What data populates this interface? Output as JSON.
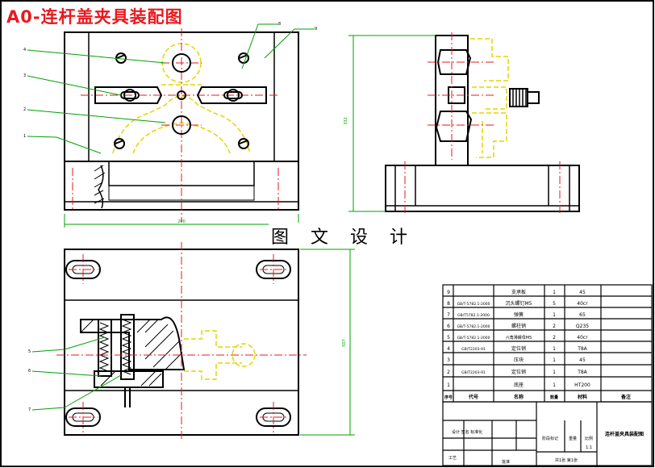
{
  "title": "A0-连杆盖夹具装配图",
  "watermark": "图 文 设 计",
  "dims": {
    "width_bottom": "200",
    "height_side": "332",
    "height_plan": "507"
  },
  "leaders": {
    "top_right_1": "8",
    "top_right_2": "9",
    "left_1": "4",
    "left_2": "3",
    "left_3": "2",
    "left_4": "1",
    "plan_1": "5",
    "plan_2": "6",
    "plan_3": "7"
  },
  "bom_rows": [
    {
      "seq": "9",
      "code": "",
      "name": "支承板",
      "qty": "1",
      "mat": "45",
      "note": ""
    },
    {
      "seq": "8",
      "code": "GB/T-5782.1-2000",
      "name": "沉头螺钉M5",
      "qty": "5",
      "mat": "40cr",
      "note": ""
    },
    {
      "seq": "7",
      "code": "GB/T5782.1-2000",
      "name": "弹簧",
      "qty": "1",
      "mat": "65",
      "note": ""
    },
    {
      "seq": "6",
      "code": "GB/T-5782.1-2000",
      "name": "螺柱销",
      "qty": "2",
      "mat": "Q235",
      "note": ""
    },
    {
      "seq": "5",
      "code": "GB/T-5782.1-2000",
      "name": "六角薄螺母M5",
      "qty": "2",
      "mat": "40cr",
      "note": ""
    },
    {
      "seq": "4",
      "code": "GB/T2203-91",
      "name": "定位销",
      "qty": "1",
      "mat": "T8A",
      "note": ""
    },
    {
      "seq": "3",
      "code": "",
      "name": "压块",
      "qty": "1",
      "mat": "45",
      "note": ""
    },
    {
      "seq": "2",
      "code": "GB/T2203-91",
      "name": "定位销",
      "qty": "1",
      "mat": "T8A",
      "note": ""
    },
    {
      "seq": "1",
      "code": "",
      "name": "底座",
      "qty": "1",
      "mat": "HT200",
      "note": ""
    }
  ],
  "bom_header": {
    "seq": "序号",
    "code": "代号",
    "name": "名称",
    "qty": "数量",
    "mat": "材料",
    "note": "备注"
  },
  "title_block": {
    "drawing_name": "连杆盖夹具装配图",
    "designer_row": "设计 签名 标准化",
    "process": "工艺",
    "approve": "批准",
    "stage": "阶段标记",
    "weight": "重量",
    "scale": "比例",
    "scale_val": "1:1",
    "sheet": "共1张 第1张"
  },
  "colors": {
    "outline": "#000000",
    "part_yellow": "#e6d400",
    "center_red": "#e8191e",
    "leader_green": "#00a000",
    "hatch": "#000000"
  }
}
